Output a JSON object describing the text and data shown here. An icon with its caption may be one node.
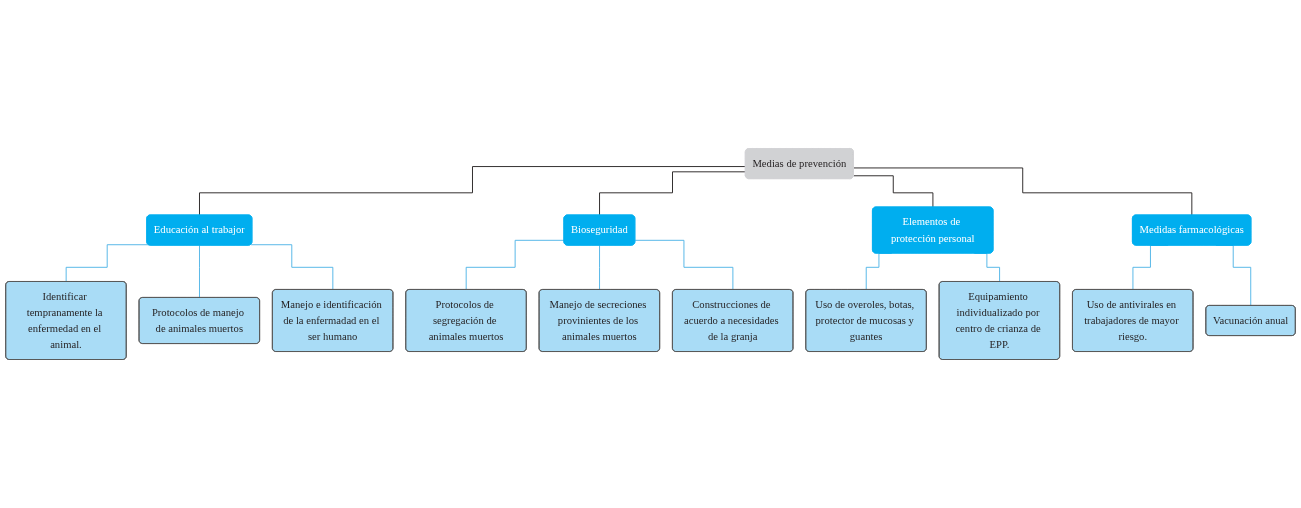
{
  "diagram": {
    "nodes": [
      {
        "text": [
          "Medias de prevención"
        ]
      },
      {
        "text": [
          "Educación al trabajor"
        ]
      },
      {
        "text": [
          "Identificar tempranamente la enfermedad en el animal."
        ]
      },
      {
        "text": [
          "Protocolos de manejo de animales muertos"
        ]
      },
      {
        "text": [
          "Manejo e identificación de la enfermadad en el ser humano"
        ]
      },
      {
        "text": [
          "Bioseguridad"
        ]
      },
      {
        "text": [
          "Protocolos de segregación de animales muertos"
        ]
      },
      {
        "text": [
          "Manejo de secreciones provinientes de los animales muertos"
        ]
      },
      {
        "text": [
          "Construcciones de acuerdo a necesidades de la granja"
        ]
      },
      {
        "text": [
          "Elementos de protección personal"
        ]
      },
      {
        "text": [
          "Uso de overoles, botas, protector de mucosas y guantes"
        ]
      },
      {
        "text": [
          "Equipamiento individualizado por centro de crianza de EPP."
        ]
      },
      {
        "text": [
          "Medidas farmacológicas"
        ]
      },
      {
        "text": [
          "Uso de antivirales en trabajadores de mayor riesgo."
        ]
      },
      {
        "text": [
          "Vacunación anual"
        ]
      }
    ],
    "edges": [
      {
        "from": 0,
        "to": 1,
        "arrow": "none",
        "color": "#231f20"
      },
      {
        "from": 0,
        "to": 5,
        "arrow": "none",
        "color": "#231f20"
      },
      {
        "from": 0,
        "to": 9,
        "arrow": "none",
        "color": "#231f20"
      },
      {
        "from": 0,
        "to": 12,
        "arrow": "none",
        "color": "#231f20"
      },
      {
        "from": 1,
        "to": 2,
        "arrow": "none"
      },
      {
        "from": 1,
        "to": 3,
        "arrow": "none"
      },
      {
        "from": 1,
        "to": 4,
        "arrow": "none"
      },
      {
        "from": 5,
        "to": 6,
        "arrow": "none"
      },
      {
        "from": 5,
        "to": 7,
        "arrow": "none"
      },
      {
        "from": 5,
        "to": 8,
        "arrow": "none"
      },
      {
        "from": 9,
        "to": 10,
        "arrow": "none"
      },
      {
        "from": 9,
        "to": 11,
        "arrow": "none"
      },
      {
        "from": 12,
        "to": 13,
        "arrow": "none"
      },
      {
        "from": 12,
        "to": 14,
        "arrow": "none"
      }
    ]
  }
}
